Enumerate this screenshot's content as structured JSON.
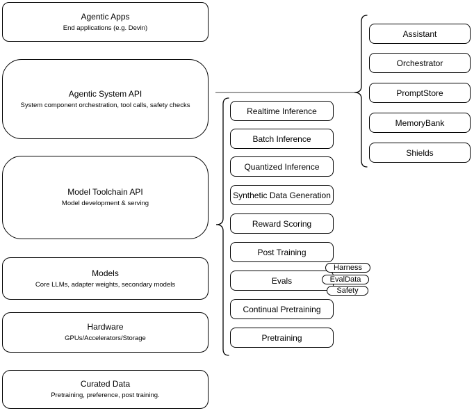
{
  "left_stack": [
    {
      "title": "Agentic Apps",
      "subtitle": "End applications (e.g. Devin)"
    },
    {
      "title": "Agentic System API",
      "subtitle": "System component orchestration, tool calls, safety checks"
    },
    {
      "title": "Model Toolchain API",
      "subtitle": "Model development & serving"
    },
    {
      "title": "Models",
      "subtitle": "Core LLMs, adapter weights, secondary models"
    },
    {
      "title": "Hardware",
      "subtitle": "GPUs/Accelerators/Storage"
    },
    {
      "title": "Curated Data",
      "subtitle": "Pretraining, preference, post training."
    }
  ],
  "toolchain_items": [
    "Realtime Inference",
    "Batch Inference",
    "Quantized Inference",
    "Synthetic Data Generation",
    "Reward Scoring",
    "Post Training",
    "Evals",
    "Continual Pretraining",
    "Pretraining"
  ],
  "eval_tags": [
    "Harness",
    "EvalData",
    "Safety"
  ],
  "system_components": [
    "Assistant",
    "Orchestrator",
    "PromptStore",
    "MemoryBank",
    "Shields"
  ],
  "colors": {
    "stroke": "#000000",
    "connector_line": "#808080",
    "background": "#ffffff",
    "text": "#000000"
  }
}
